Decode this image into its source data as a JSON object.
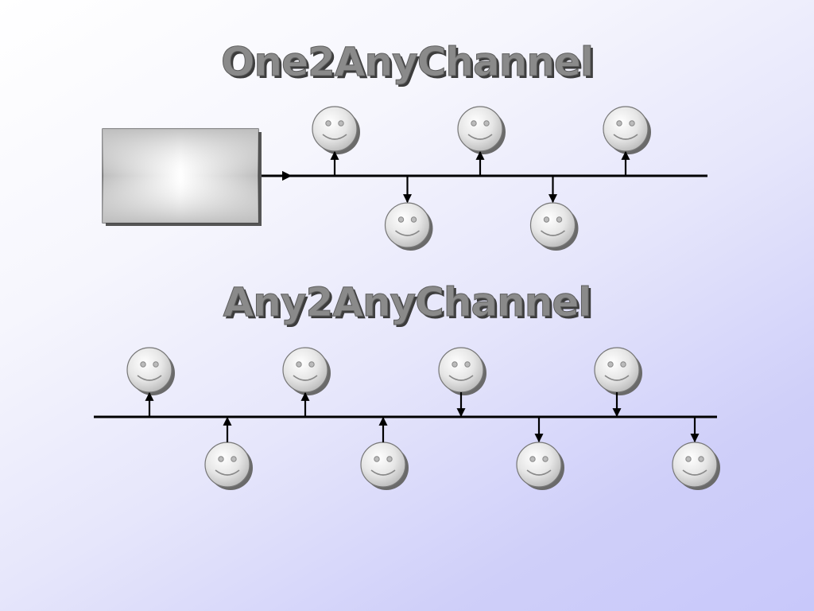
{
  "titles": {
    "one2any": "One2AnyChannel",
    "any2any": "Any2AnyChannel"
  },
  "icons": {
    "source": "source-box",
    "user": "smiley-face-icon"
  },
  "colors": {
    "title_fill": "#8a8a8a",
    "title_shadow": "#3c3c3c",
    "line": "#000000",
    "face_fill": "#dcdcdc",
    "background_end": "#c8c8fa"
  },
  "diagrams": {
    "one2any": {
      "connections": [
        "in",
        "out",
        "in",
        "out",
        "in"
      ]
    },
    "any2any": {
      "connections": [
        "in",
        "out",
        "in",
        "out",
        "out",
        "in",
        "out",
        "in"
      ]
    }
  }
}
